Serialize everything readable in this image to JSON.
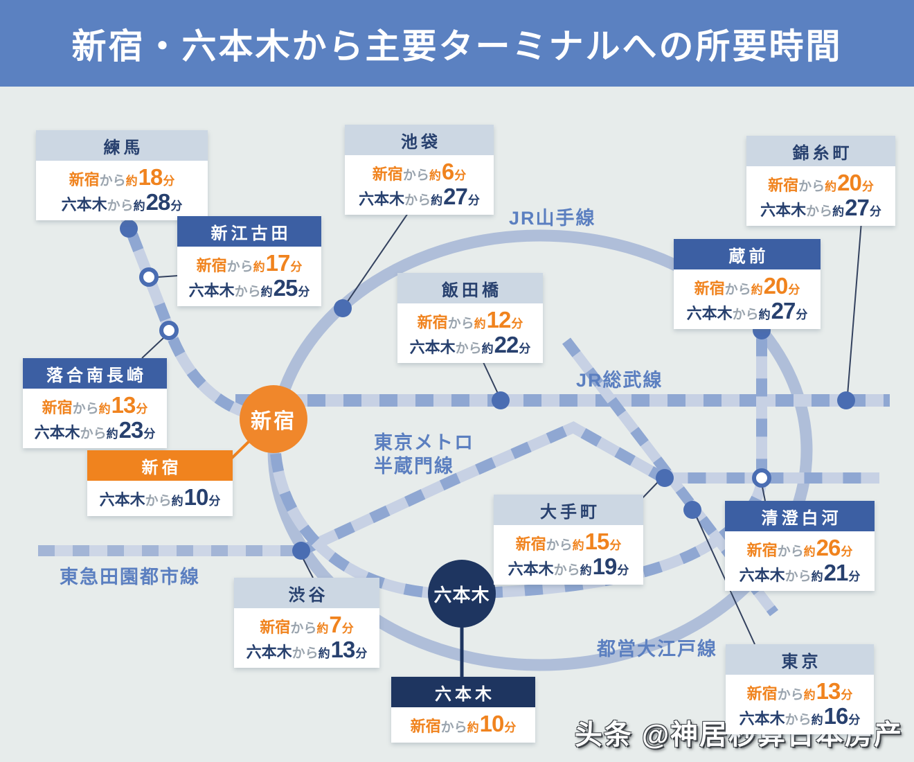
{
  "title": "新宿・六本木から主要ターミナルへの所要時間",
  "labels": {
    "shinjuku": "新宿",
    "roppongi": "六本木",
    "from": "から",
    "approx": "約",
    "minutes": "分"
  },
  "rail_lines": [
    {
      "id": "yamanote",
      "name": "JR山手線"
    },
    {
      "id": "sobu",
      "name": "JR総武線"
    },
    {
      "id": "hanzomon",
      "name": "東京メトロ半蔵門線",
      "name_line1": "東京メトロ",
      "name_line2": "半蔵門線"
    },
    {
      "id": "oedo",
      "name": "都営大江戸線"
    },
    {
      "id": "denentoshi",
      "name": "東急田園都市線"
    }
  ],
  "hubs": {
    "shinjuku": {
      "name": "新宿"
    },
    "roppongi": {
      "name": "六本木"
    }
  },
  "stations": [
    {
      "id": "nerima",
      "name": "練馬",
      "from_shinjuku": "18",
      "from_roppongi": "28",
      "header": "light"
    },
    {
      "id": "ikebukuro",
      "name": "池袋",
      "from_shinjuku": "6",
      "from_roppongi": "27",
      "header": "light"
    },
    {
      "id": "kinshicho",
      "name": "錦糸町",
      "from_shinjuku": "20",
      "from_roppongi": "27",
      "header": "light"
    },
    {
      "id": "shin-egota",
      "name": "新江古田",
      "from_shinjuku": "17",
      "from_roppongi": "25",
      "header": "blue"
    },
    {
      "id": "iidabashi",
      "name": "飯田橋",
      "from_shinjuku": "12",
      "from_roppongi": "22",
      "header": "light"
    },
    {
      "id": "kuramae",
      "name": "蔵前",
      "from_shinjuku": "20",
      "from_roppongi": "27",
      "header": "blue"
    },
    {
      "id": "ochiai",
      "name": "落合南長崎",
      "from_shinjuku": "13",
      "from_roppongi": "23",
      "header": "blue"
    },
    {
      "id": "shinjuku-card",
      "name": "新宿",
      "from_shinjuku": null,
      "from_roppongi": "10",
      "header": "orange"
    },
    {
      "id": "otemachi",
      "name": "大手町",
      "from_shinjuku": "15",
      "from_roppongi": "19",
      "header": "light"
    },
    {
      "id": "kiyosumi",
      "name": "清澄白河",
      "from_shinjuku": "26",
      "from_roppongi": "21",
      "header": "blue"
    },
    {
      "id": "shibuya",
      "name": "渋谷",
      "from_shinjuku": "7",
      "from_roppongi": "13",
      "header": "light"
    },
    {
      "id": "tokyo",
      "name": "東京",
      "from_shinjuku": "13",
      "from_roppongi": "16",
      "header": "light"
    },
    {
      "id": "roppongi-card",
      "name": "六本木",
      "from_shinjuku": "10",
      "from_roppongi": null,
      "header": "navy"
    }
  ],
  "watermark": "头条 @神居秒算日本房产",
  "colors": {
    "banner_blue": "#5b81c1",
    "accent_orange": "#f0831e",
    "navy": "#1e3560",
    "rail_light": "#c7d1e4",
    "rail_dark": "#8fa7d2",
    "node_blue": "#4a6db2",
    "label_blue": "#5b7fc0"
  }
}
